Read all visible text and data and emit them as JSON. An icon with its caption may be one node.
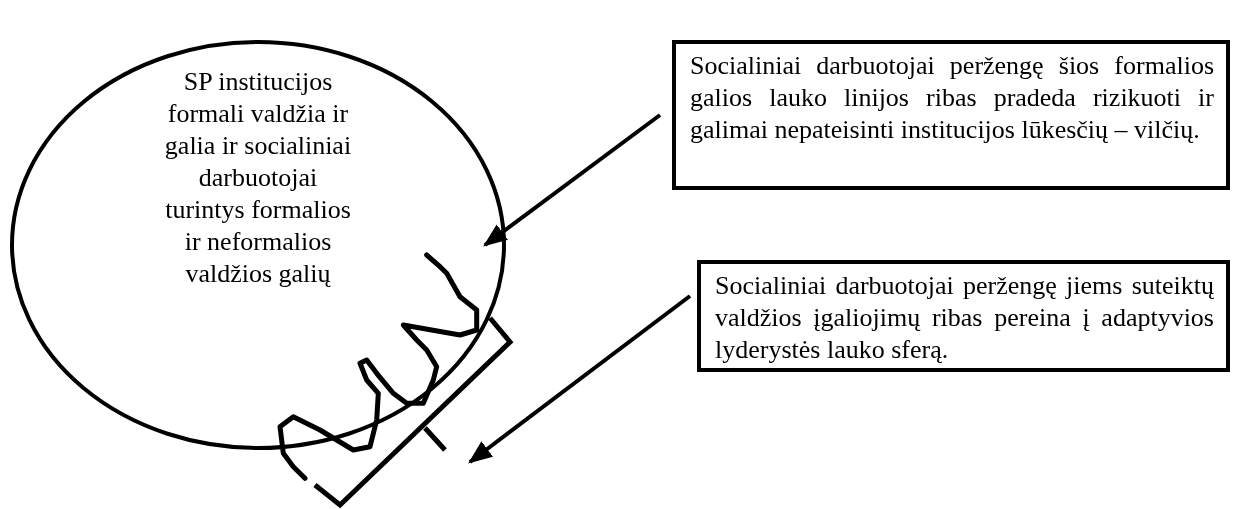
{
  "diagram": {
    "nodes": [
      {
        "text": [
          "SP institucijos formali valdžia ir galia ir socialiniai darbuotojai turintys formalios ir neformalios valdžios galių"
        ]
      },
      {
        "text": [
          "Socialiniai darbuotojai peržengę šios formalios galios lauko linijos ribas pradeda rizikuoti ir galimai nepateisinti institucijos lūkesčių – vilčių."
        ]
      },
      {
        "text": [
          "Socialiniai darbuotojai peržengę jiems suteiktų valdžios įgaliojimų ribas pereina į adaptyvios lyderystės lauko sferą."
        ]
      },
      {
        "text": [],
        "shape": "bracket"
      }
    ],
    "edges": [
      {
        "from": 1,
        "to": 0,
        "arrow": "to"
      },
      {
        "from": 2,
        "to": 3,
        "arrow": "to"
      }
    ]
  }
}
